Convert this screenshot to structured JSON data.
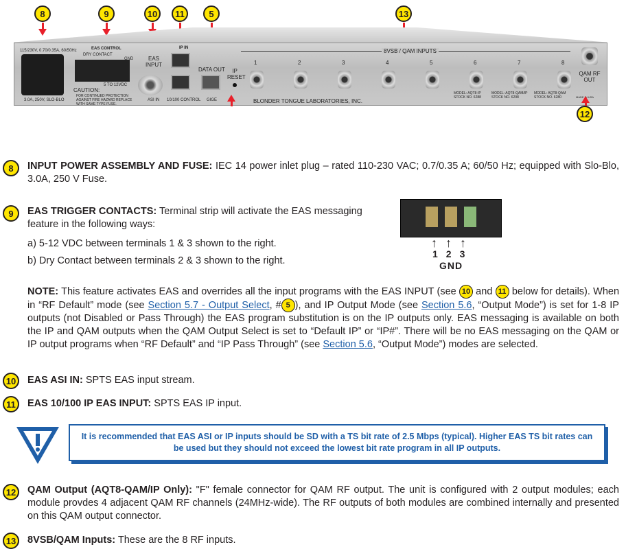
{
  "panel": {
    "power_label": "115/230V, 0.70/0.35A, 60/50Hz",
    "fuse_label": "3.0A, 250V, SLO-BLO",
    "eas_control": "EAS CONTROL",
    "dry_contact": "DRY CONTACT",
    "gnd": "GND",
    "vdc": "5 TO 12VDC",
    "caution_title": "CAUTION:",
    "caution_text": "FOR CONTINUED PROTECTION AGAINST FIRE HAZARD REPLACE WITH SAME TYPE FUSE.",
    "eas_input": "EAS INPUT",
    "asi_in": "ASI IN",
    "ip_in": "IP IN",
    "control": "10/100 CONTROL",
    "data_out": "DATA OUT",
    "gige": "GIGE",
    "ip_reset": "IP RESET",
    "inputs_label": "8VSB / QAM INPUTS",
    "input_numbers": [
      "1",
      "2",
      "3",
      "4",
      "5",
      "6",
      "7",
      "8"
    ],
    "brand": "BLONDER TONGUE LABORATORIES, INC.",
    "models": [
      {
        "model": "MODEL: AQT8-IP",
        "stock": "STOCK NO. 6288"
      },
      {
        "model": "MODEL: AQT8-QAM/IP",
        "stock": "STOCK NO. 6298"
      },
      {
        "model": "MODEL: AQT8-QAM",
        "stock": "STOCK NO. 6280"
      }
    ],
    "qam_rf_out": "QAM RF OUT",
    "made_in": "MADE IN USA"
  },
  "callouts": {
    "c8": "8",
    "c9": "9",
    "c10": "10",
    "c11": "11",
    "c5": "5",
    "c13": "13",
    "c12": "12"
  },
  "sections": {
    "s8": {
      "num": "8",
      "title": "INPUT POWER ASSEMBLY AND FUSE:",
      "text": " IEC 14 power inlet plug – rated 110-230 VAC; 0.7/0.35 A; 60/50 Hz; equipped with Slo-Blo, 3.0A, 250 V Fuse."
    },
    "s9": {
      "num": "9",
      "title": "EAS TRIGGER CONTACTS:",
      "text": " Terminal strip will activate the EAS messaging feature in the following ways:",
      "a": "a) 5-12 VDC between terminals 1 & 3 shown to the right.",
      "b": "b) Dry Contact between terminals 2 & 3 shown to the right.",
      "terminals": [
        "1",
        "2",
        "3"
      ],
      "gnd": "GND"
    },
    "note": {
      "title": "NOTE:",
      "p1": " This feature activates EAS and overrides all the input programs with the EAS INPUT (see ",
      "ref10": "10",
      "and": " and ",
      "ref11": "11",
      "p2": " below for details). When in “RF Default” mode (see ",
      "link1": "Section 5.7 - Output Select",
      "p3": ", #",
      "ref5": "5",
      "p4": "), and IP Output Mode (see ",
      "link2": "Section 5.6",
      "p5": ", “Output Mode”) is set for 1-8 IP outputs (not Disabled or Pass Through) the EAS program substitution is on the IP outputs only. EAS messaging is available on both the IP and QAM outputs when the QAM Output Select  is set to “Default IP” or “IP#”.  There will be no EAS messaging on the QAM or IP output programs when “RF Default” and “IP Pass Through” (see ",
      "link3": "Section 5.6",
      "p6": ", “Output Mode”) modes are selected."
    },
    "s10": {
      "num": "10",
      "title": "EAS ASI IN:",
      "text": "  SPTS EAS input stream."
    },
    "s11": {
      "num": "11",
      "title": "EAS 10/100 IP EAS INPUT:",
      "text": "  SPTS EAS IP input."
    },
    "warning": {
      "icon": "warning-triangle-icon",
      "text": "It is recommended that EAS ASI or IP inputs should be SD with a TS bit rate of 2.5 Mbps (typical). Higher EAS TS bit rates can be used but they should not exceed the lowest bit rate program in all IP outputs."
    },
    "s12": {
      "num": "12",
      "title": "QAM Output (AQT8-QAM/IP Only):",
      "text": "  \"F\" female connector for QAM RF output. The unit is configured with 2 output modules; each module provdes 4 adjacent QAM RF channels (24MHz-wide). The RF outputs of both modules are combined internally and presented on this QAM output connector."
    },
    "s13": {
      "num": "13",
      "title": "8VSB/QAM Inputs:",
      "text": "  These are the 8 RF inputs."
    }
  },
  "colors": {
    "callout": "#ffe600",
    "arrow": "#e8202a",
    "link": "#1f5fa8",
    "warning": "#1f5fa8"
  }
}
